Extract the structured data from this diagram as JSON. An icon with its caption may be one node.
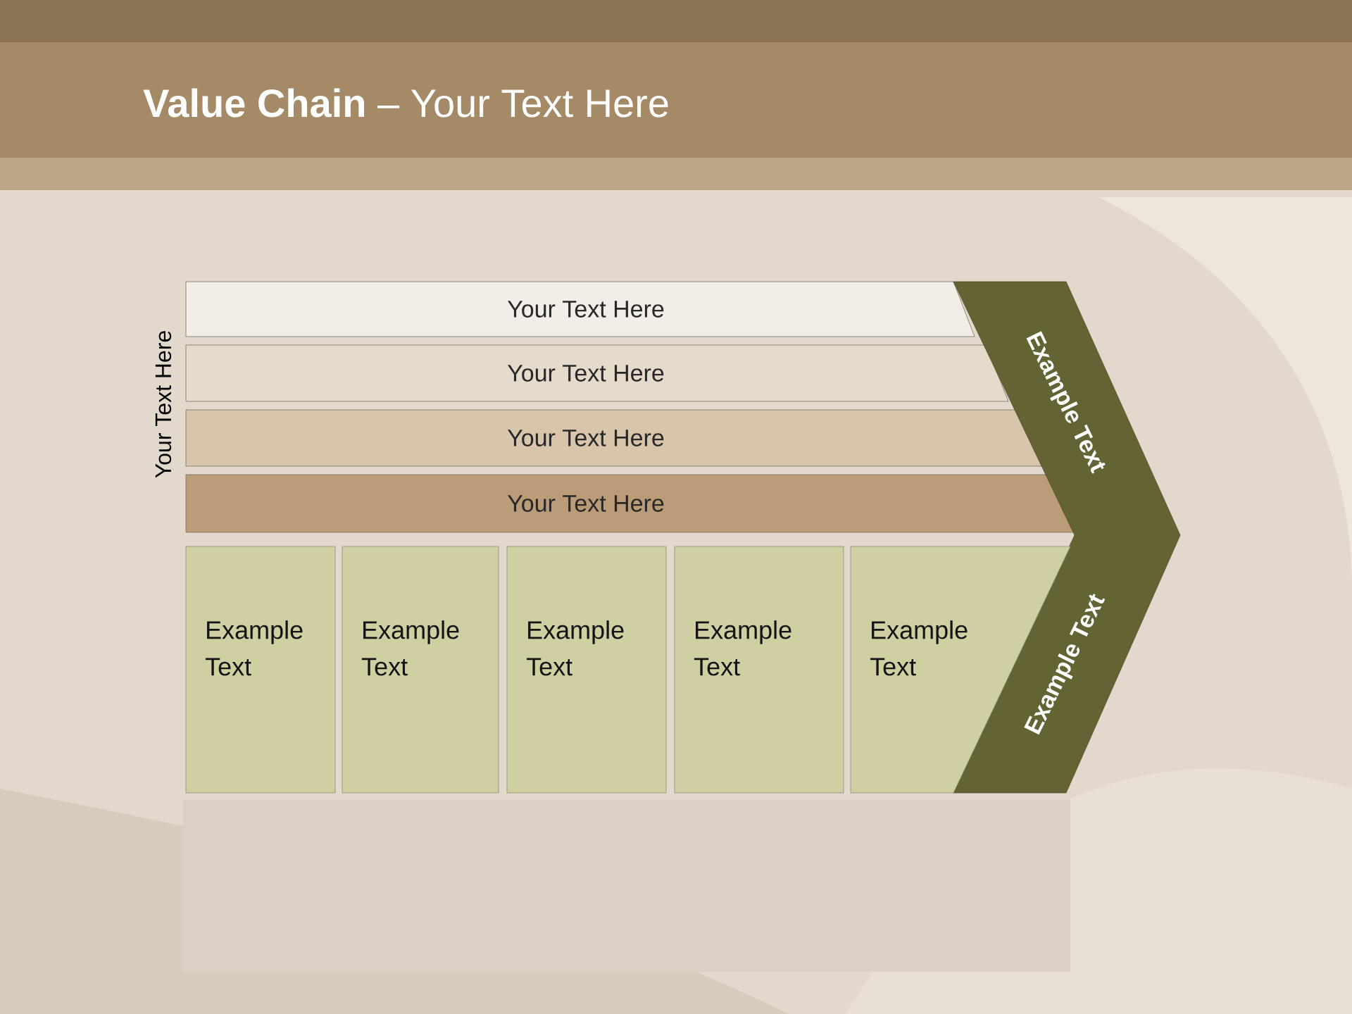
{
  "diagram": {
    "title": "**Value Chain** – Your Text Here",
    "nodes": [
      {
        "text": [
          "Your Text Here"
        ]
      },
      {
        "text": [
          "Your Text Here"
        ]
      },
      {
        "text": [
          "Your Text Here"
        ]
      },
      {
        "text": [
          "Your Text Here"
        ]
      },
      {
        "text": [
          "Example Text",
          "Example Text"
        ]
      },
      {
        "text": [
          "Example Text"
        ]
      },
      {
        "text": [
          "Example Text"
        ]
      },
      {
        "text": [
          "Example Text"
        ]
      },
      {
        "text": [
          "Example Text"
        ]
      },
      {
        "text": [
          "Example Text"
        ]
      }
    ],
    "labels": [
      "Your Text Here"
    ]
  }
}
